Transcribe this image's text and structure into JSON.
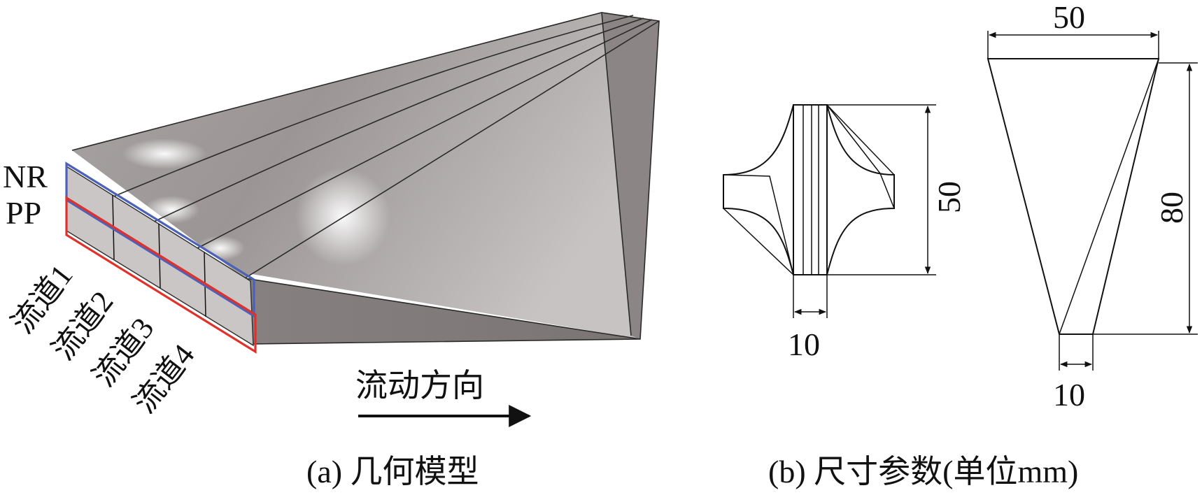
{
  "panel_a": {
    "layer_labels": [
      "NR",
      "PP"
    ],
    "channel_labels": [
      "流道1",
      "流道2",
      "流道3",
      "流道4"
    ],
    "flow_label": "流动方向",
    "caption": "(a) 几何模型",
    "colors": {
      "nr_outline": "#4b62b8",
      "pp_outline": "#e0312b",
      "body": "#8f8a8a"
    }
  },
  "panel_b": {
    "dims": {
      "top_width": "50",
      "height_right": "80",
      "bottom_width": "10",
      "mid_height": "50",
      "mid_width": "10"
    },
    "caption": "(b) 尺寸参数(单位mm)"
  }
}
